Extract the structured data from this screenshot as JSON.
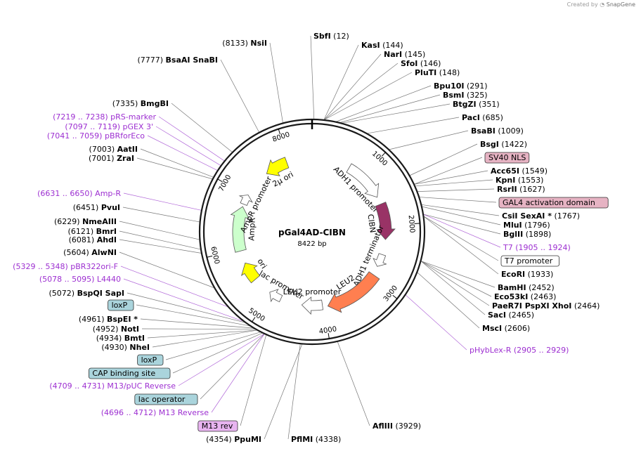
{
  "credit": {
    "prefix": "Created by",
    "brand": "SnapGene"
  },
  "map": {
    "name": "pGal4AD-CIBN",
    "length": "8422 bp"
  },
  "ticks": [
    {
      "label": "1000",
      "angle": 42.7
    },
    {
      "label": "2000",
      "angle": 85.5
    },
    {
      "label": "3000",
      "angle": 128.2
    },
    {
      "label": "4000",
      "angle": 170.9
    },
    {
      "label": "5000",
      "angle": 213.7
    },
    {
      "label": "6000",
      "angle": 256.4
    },
    {
      "label": "7000",
      "angle": 299.2
    },
    {
      "label": "8000",
      "angle": 341.9
    }
  ],
  "features": [
    {
      "name": "2μ ori",
      "start": 340,
      "end": 322,
      "color": "#ffff00"
    },
    {
      "name": "ADH1 promoter",
      "start": 30,
      "end": 62,
      "color": "#ffffff"
    },
    {
      "name": "CIBN",
      "start": 68,
      "end": 96,
      "color": "#993366"
    },
    {
      "name": "ADH1 terminator",
      "start": 108,
      "end": 118,
      "color": "#ffffff"
    },
    {
      "name": "LEU2",
      "start": 125,
      "end": 168,
      "color": "#ff7f50"
    },
    {
      "name": "LEU2 promoter",
      "start": 172,
      "end": 188,
      "color": "#ffffff"
    },
    {
      "name": "lac promoter",
      "start": 205,
      "end": 215,
      "color": "#ffffff"
    },
    {
      "name": "ori",
      "start": 230,
      "end": 245,
      "color": "#ffff00"
    },
    {
      "name": "AmpR",
      "start": 255,
      "end": 290,
      "color": "#ccffcc"
    },
    {
      "name": "AmpR promoter",
      "start": 292,
      "end": 300,
      "color": "#ffffff"
    }
  ],
  "left_labels": [
    {
      "num": "(8133)",
      "name": "NsiI",
      "kind": "enzyme"
    },
    {
      "num": "(7777)",
      "name": "BsaAI",
      "name2": "SnaBI",
      "kind": "enzyme"
    },
    {
      "num": "(7335)",
      "name": "BmgBI",
      "kind": "enzyme"
    },
    {
      "text": "(7219 .. 7238)  pRS-marker",
      "kind": "primer"
    },
    {
      "text": "(7097 .. 7119)  pGEX 3'",
      "kind": "primer"
    },
    {
      "text": "(7041 .. 7059)  pBRforEco",
      "kind": "primer"
    },
    {
      "num": "(7003)",
      "name": "AatII",
      "kind": "enzyme"
    },
    {
      "num": "(7001)",
      "name": "ZraI",
      "kind": "enzyme"
    },
    {
      "text": "(6631 .. 6650)  Amp-R",
      "kind": "primer"
    },
    {
      "num": "(6451)",
      "name": "PvuI",
      "kind": "enzyme"
    },
    {
      "num": "(6229)",
      "name": "NmeAIII",
      "kind": "enzyme"
    },
    {
      "num": "(6121)",
      "name": "BmrI",
      "kind": "enzyme"
    },
    {
      "num": "(6081)",
      "name": "AhdI",
      "kind": "enzyme"
    },
    {
      "num": "(5604)",
      "name": "AlwNI",
      "kind": "enzyme"
    },
    {
      "text": "(5329 .. 5348)  pBR322ori-F",
      "kind": "primer"
    },
    {
      "text": "(5078 .. 5095)  L4440",
      "kind": "primer"
    },
    {
      "num": "(5072)",
      "name": "BspQI",
      "name2": "SapI",
      "kind": "enzyme"
    },
    {
      "text": "loxP",
      "kind": "box-blue"
    },
    {
      "num": "(4961)",
      "name": "BspEI *",
      "kind": "enzyme"
    },
    {
      "num": "(4952)",
      "name": "NotI",
      "kind": "enzyme"
    },
    {
      "num": "(4934)",
      "name": "BmtI",
      "kind": "enzyme"
    },
    {
      "num": "(4930)",
      "name": "NheI",
      "kind": "enzyme"
    },
    {
      "text": "loxP",
      "kind": "box-blue"
    },
    {
      "text": "CAP binding site",
      "kind": "box-blue"
    },
    {
      "text": "(4709 .. 4731)  M13/pUC Reverse",
      "kind": "primer"
    },
    {
      "text": "lac operator",
      "kind": "box-blue"
    },
    {
      "text": "(4696 .. 4712)  M13 Reverse",
      "kind": "primer"
    },
    {
      "text": "M13 rev",
      "kind": "box-pink"
    }
  ],
  "right_labels": [
    {
      "name": "SbfI",
      "num": "(12)",
      "kind": "enzyme"
    },
    {
      "name": "KasI",
      "num": "(144)",
      "kind": "enzyme"
    },
    {
      "name": "NarI",
      "num": "(145)",
      "kind": "enzyme"
    },
    {
      "name": "SfoI",
      "num": "(146)",
      "kind": "enzyme"
    },
    {
      "name": "PluTI",
      "num": "(148)",
      "kind": "enzyme"
    },
    {
      "name": "Bpu10I",
      "num": "(291)",
      "kind": "enzyme"
    },
    {
      "name": "BsmI",
      "num": "(325)",
      "kind": "enzyme"
    },
    {
      "name": "BtgZI",
      "num": "(351)",
      "kind": "enzyme"
    },
    {
      "name": "PacI",
      "num": "(685)",
      "kind": "enzyme"
    },
    {
      "name": "BsaBI",
      "num": "(1009)",
      "kind": "enzyme"
    },
    {
      "name": "BsgI",
      "num": "(1422)",
      "kind": "enzyme"
    },
    {
      "text": "SV40 NLS",
      "kind": "box-pink"
    },
    {
      "name": "Acc65I",
      "num": "(1549)",
      "kind": "enzyme"
    },
    {
      "name": "KpnI",
      "num": "(1553)",
      "kind": "enzyme"
    },
    {
      "name": "RsrII",
      "num": "(1627)",
      "kind": "enzyme"
    },
    {
      "text": "GAL4 activation domain",
      "kind": "box-pink"
    },
    {
      "name": "CsiI",
      "name2": "SexAI *",
      "num": "(1767)",
      "kind": "enzyme"
    },
    {
      "name": "MluI",
      "num": "(1796)",
      "kind": "enzyme"
    },
    {
      "name": "BglII",
      "num": "(1898)",
      "kind": "enzyme"
    },
    {
      "text": "T7    (1905 .. 1924)",
      "kind": "primer"
    },
    {
      "text": "T7 promoter",
      "kind": "box-white"
    },
    {
      "name": "EcoRI",
      "num": "(1933)",
      "kind": "enzyme"
    },
    {
      "name": "BamHI",
      "num": "(2452)",
      "kind": "enzyme"
    },
    {
      "name": "Eco53kI",
      "num": "(2463)",
      "kind": "enzyme"
    },
    {
      "name": "PaeR7I",
      "name2": "PspXI",
      "name3": "XhoI",
      "num": "(2464)",
      "kind": "enzyme"
    },
    {
      "name": "SacI",
      "num": "(2465)",
      "kind": "enzyme"
    },
    {
      "name": "MscI",
      "num": "(2606)",
      "kind": "enzyme"
    },
    {
      "text": "pHybLex-R    (2905 .. 2929)",
      "kind": "primer"
    }
  ],
  "bottom_labels": [
    {
      "name": "AflIII",
      "num": "(3929)",
      "kind": "enzyme"
    },
    {
      "num": "(4354)",
      "name": "PpuMI",
      "kind": "enzyme"
    },
    {
      "name": "PflMI",
      "num": "(4338)",
      "kind": "enzyme"
    }
  ]
}
